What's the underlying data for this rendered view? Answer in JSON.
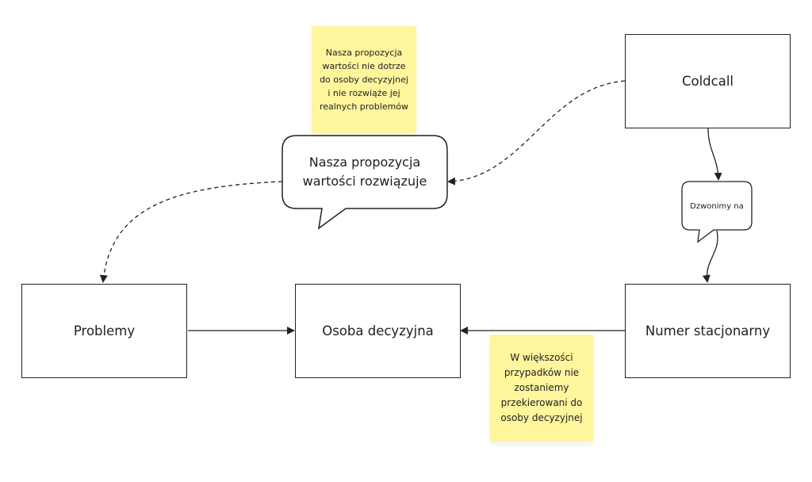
{
  "nodes": {
    "coldcall": "Coldcall",
    "numer_stacjonarny": "Numer stacjonarny",
    "osoba_decyzyjna": "Osoba decyzyjna",
    "problemy": "Problemy"
  },
  "bubbles": {
    "propozycja": "Nasza propozycja wartości rozwiązuje",
    "dzwonimy": "Dzwonimy na"
  },
  "stickies": {
    "top": "Nasza propozycja wartości nie dotrze do osoby decyzyjnej i nie rozwiąże jej realnych problemów",
    "bottom": "W większości przypadków nie zostaniemy przekierowani do osoby decyzyjnej"
  },
  "colors": {
    "sticky": "#fff59d",
    "stroke": "#222222",
    "text": "#1e1e1e"
  }
}
